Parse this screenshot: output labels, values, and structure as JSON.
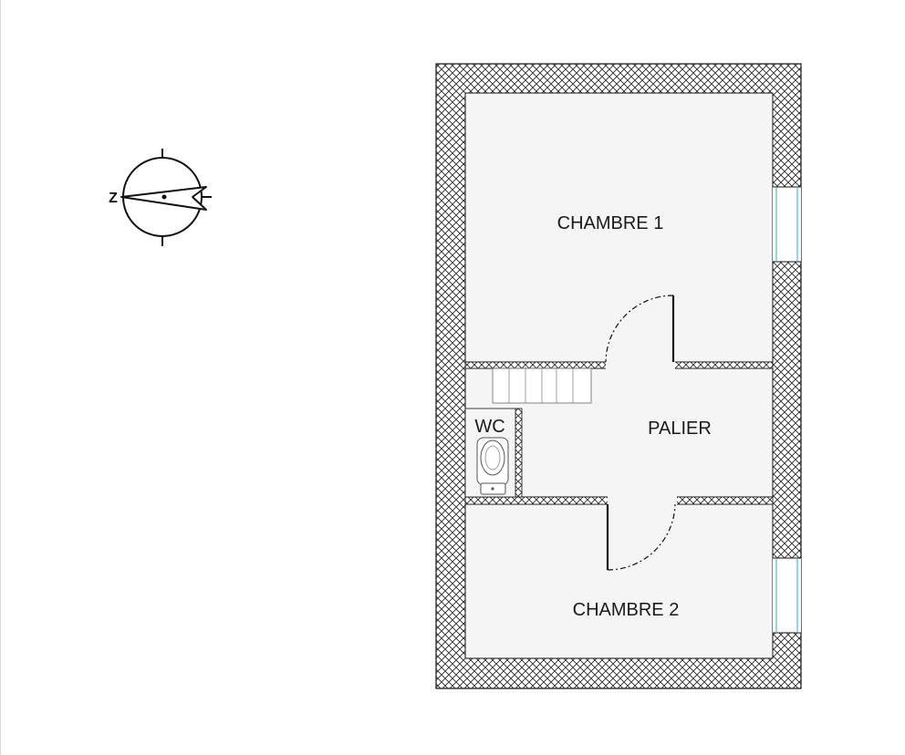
{
  "rooms": {
    "chambre_1": "CHAMBRE 1",
    "palier": "PALIER",
    "wc": "WC",
    "chambre_2": "CHAMBRE 2"
  },
  "compass": {
    "north_letter": "Z"
  },
  "colors": {
    "wall_fill": "#ffffff",
    "wall_hatch": "#2a2a2a",
    "floor": "#f5f5f5",
    "window": "#49b8e0",
    "line": "#111111"
  }
}
